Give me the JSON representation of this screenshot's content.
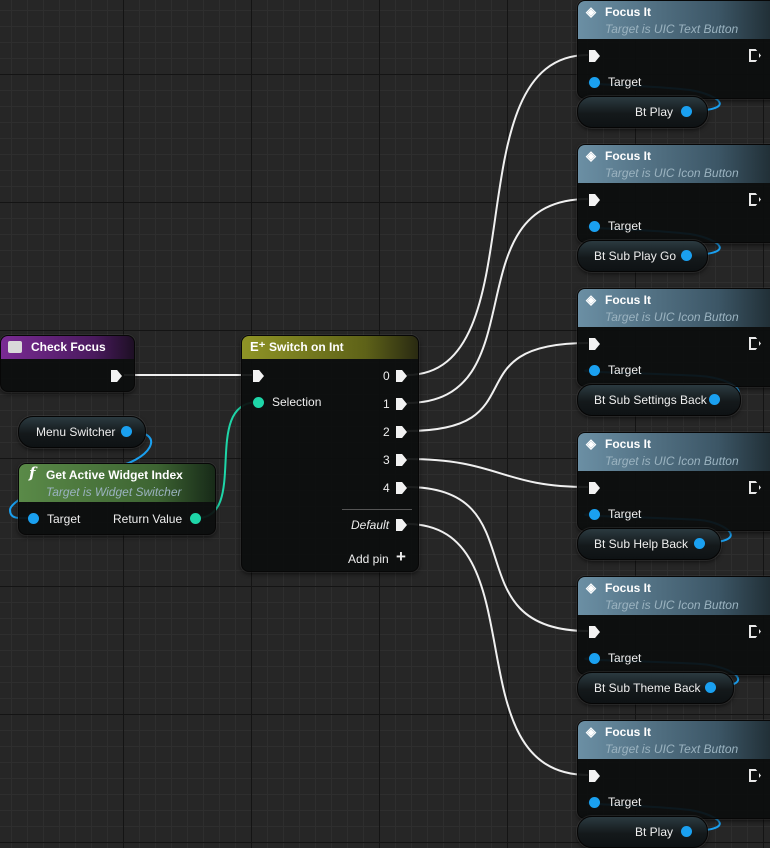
{
  "colors": {
    "exec": "#f2f2f2",
    "object_pin": "#1aa0f0",
    "int_pin": "#1ed6a8",
    "event_header": "#6a2380",
    "switch_header": "#858a22",
    "pure_header": "#4e7a3e",
    "call_header": "#5d7f93"
  },
  "check_focus": {
    "title": "Check Focus",
    "icon": "event-icon"
  },
  "menu_switcher": {
    "label": "Menu Switcher"
  },
  "get_active": {
    "title": "Get Active Widget Index",
    "subtitle": "Target is Widget Switcher",
    "target_label": "Target",
    "return_label": "Return Value",
    "icon": "function-icon"
  },
  "switch_node": {
    "title": "Switch on Int",
    "selection_label": "Selection",
    "outputs": [
      "0",
      "1",
      "2",
      "3",
      "4"
    ],
    "default_label": "Default",
    "add_pin_label": "Add pin",
    "add_pin_glyph": "+",
    "icon": "switch-icon"
  },
  "focus_nodes": [
    {
      "title": "Focus It",
      "subtitle": "Target is UIC Text Button",
      "target_label": "Target",
      "var_label": "Bt Play"
    },
    {
      "title": "Focus It",
      "subtitle": "Target is UIC Icon Button",
      "target_label": "Target",
      "var_label": "Bt Sub Play Go"
    },
    {
      "title": "Focus It",
      "subtitle": "Target is UIC Icon Button",
      "target_label": "Target",
      "var_label": "Bt Sub Settings Back"
    },
    {
      "title": "Focus It",
      "subtitle": "Target is UIC Icon Button",
      "target_label": "Target",
      "var_label": "Bt Sub Help Back"
    },
    {
      "title": "Focus It",
      "subtitle": "Target is UIC Icon Button",
      "target_label": "Target",
      "var_label": "Bt Sub Theme Back"
    },
    {
      "title": "Focus It",
      "subtitle": "Target is UIC Text Button",
      "target_label": "Target",
      "var_label": "Bt Play"
    }
  ]
}
